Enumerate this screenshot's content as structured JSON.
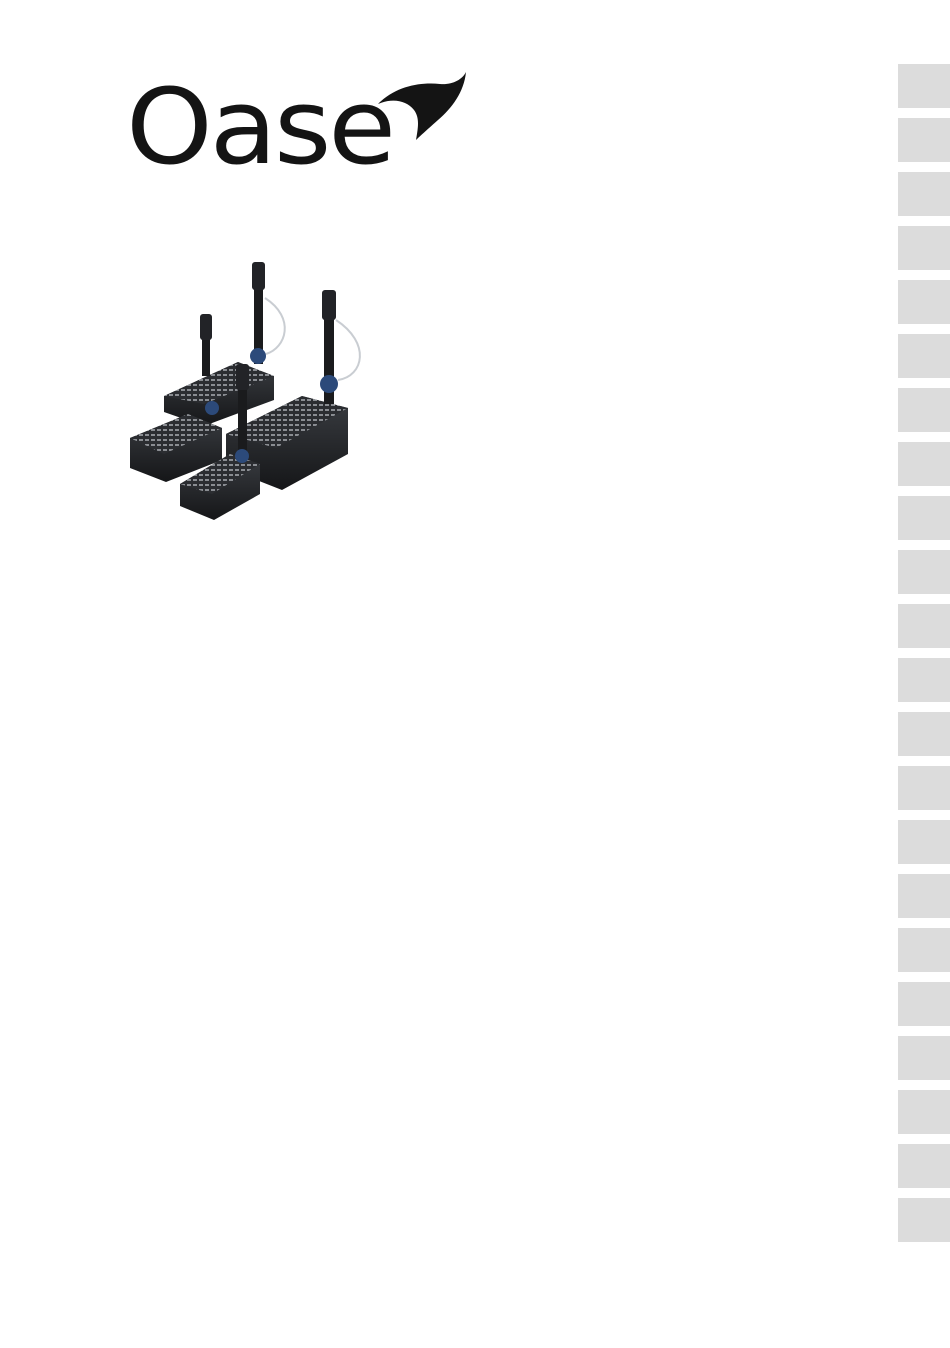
{
  "brand": {
    "name": "Oase",
    "logo_color": "#141414"
  },
  "product_image": {
    "icon": "pond-filter-pump-product-photo"
  },
  "side_tabs": {
    "count": 22,
    "color": "#dcdcdc"
  }
}
